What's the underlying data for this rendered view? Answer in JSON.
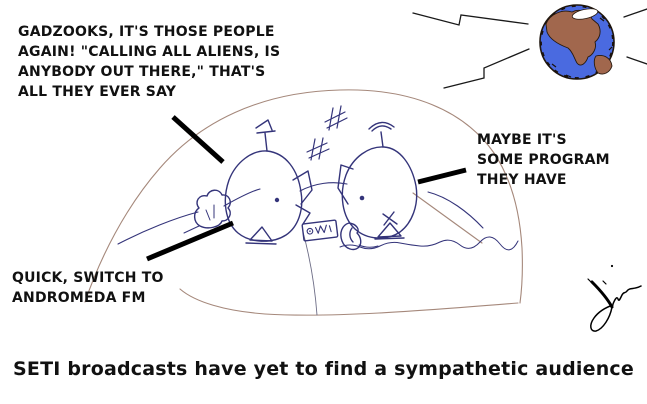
{
  "speech": {
    "gadzooks": "GADZOOKS, IT'S THOSE PEOPLE\nAGAIN! \"CALLING ALL ALIENS, IS\nANYBODY OUT THERE,\" THAT'S\nALL THEY EVER SAY",
    "program": "MAYBE IT'S\nSOME PROGRAM\nTHEY HAVE",
    "andromeda": "QUICK, SWITCH TO\nANDROMEDA FM"
  },
  "caption": "SETI broadcasts have yet to find a sympathetic audience",
  "icons": {
    "globe": "earth-globe-icon",
    "signals": "radio-signal-zigzag-icon",
    "stars": "star-scratch-icon",
    "radio": "handheld-radio-icon",
    "antenna_left": "flag-antenna-icon",
    "antenna_right": "dish-antenna-icon",
    "signature": "artist-signature"
  },
  "colors": {
    "background": "#ffffff",
    "text": "#111111",
    "ink": "#34347a",
    "hill": "#a5887b",
    "pointer": "#000000",
    "globe_ocean": "#4a6ae0",
    "globe_land": "#a1674d",
    "globe_ice": "#ffffff"
  }
}
